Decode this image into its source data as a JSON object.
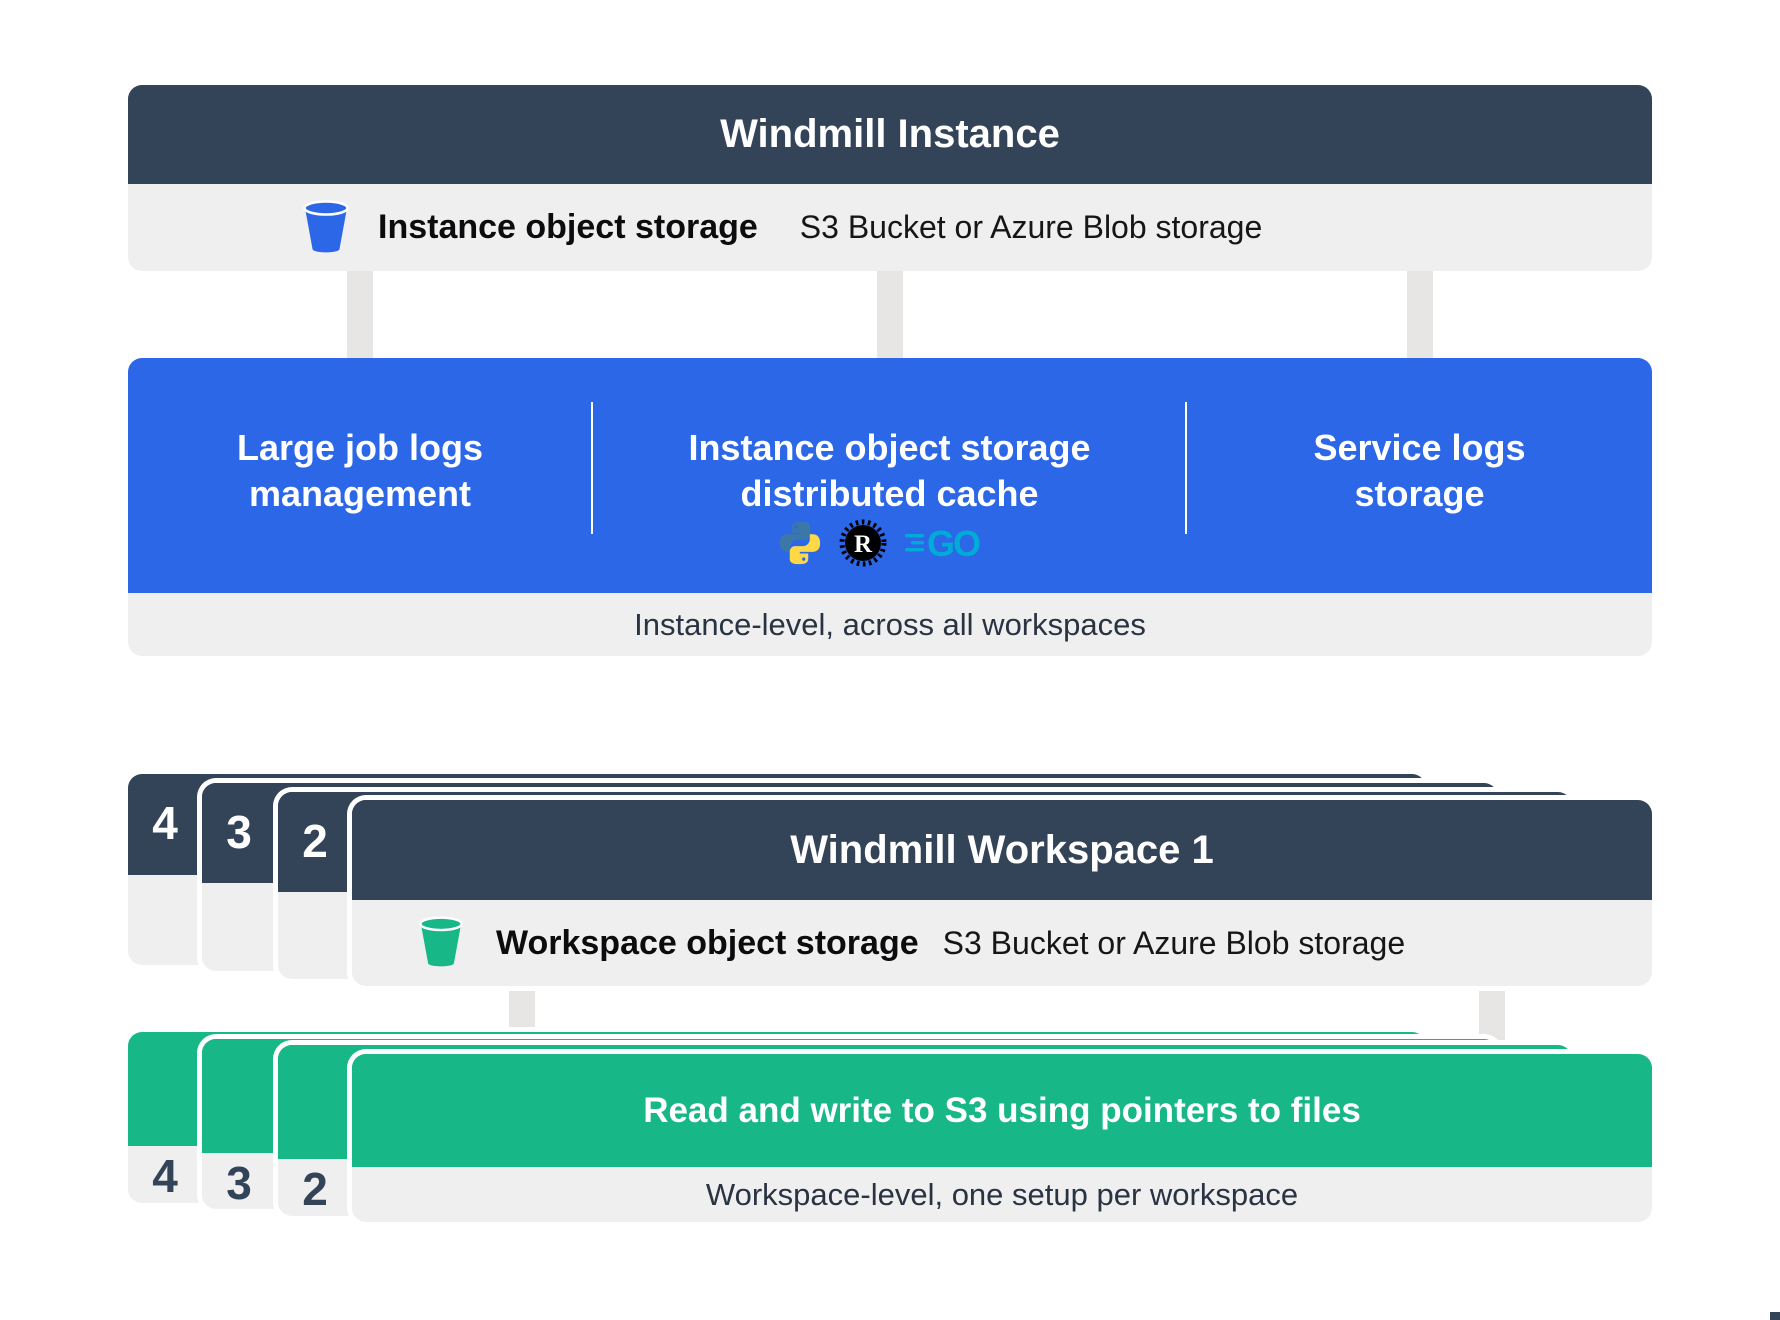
{
  "colors": {
    "dark_slate": "#344458",
    "blue": "#2c67e8",
    "green": "#18b788",
    "panel_gray": "#efefef",
    "arrow_gray": "#e8e6e4",
    "go_teal": "#00acd7",
    "python_blue": "#3b78a8",
    "python_yellow": "#ffd845",
    "rust_black": "#000000"
  },
  "instance": {
    "title": "Windmill Instance",
    "storage": {
      "icon": "bucket-icon",
      "label": "Instance object storage",
      "sublabel": "S3 Bucket or Azure Blob storage"
    },
    "columns": [
      {
        "line1": "Large job logs",
        "line2": "management"
      },
      {
        "line1": "Instance object storage",
        "line2": "distributed cache",
        "logos": [
          "python-icon",
          "rust-icon",
          "go-icon"
        ]
      },
      {
        "line1": "Service logs",
        "line2": "storage"
      }
    ],
    "caption": "Instance-level, across all workspaces"
  },
  "workspace": {
    "stack_numbers": [
      "4",
      "3",
      "2"
    ],
    "title": "Windmill Workspace 1",
    "storage": {
      "icon": "bucket-icon",
      "label": "Workspace object storage",
      "sublabel": "S3 Bucket or Azure Blob storage"
    }
  },
  "workspace_storage_box": {
    "stack_numbers": [
      "4",
      "3",
      "2"
    ],
    "title": "Read and write to S3 using pointers to files",
    "caption": "Workspace-level, one setup per workspace"
  }
}
